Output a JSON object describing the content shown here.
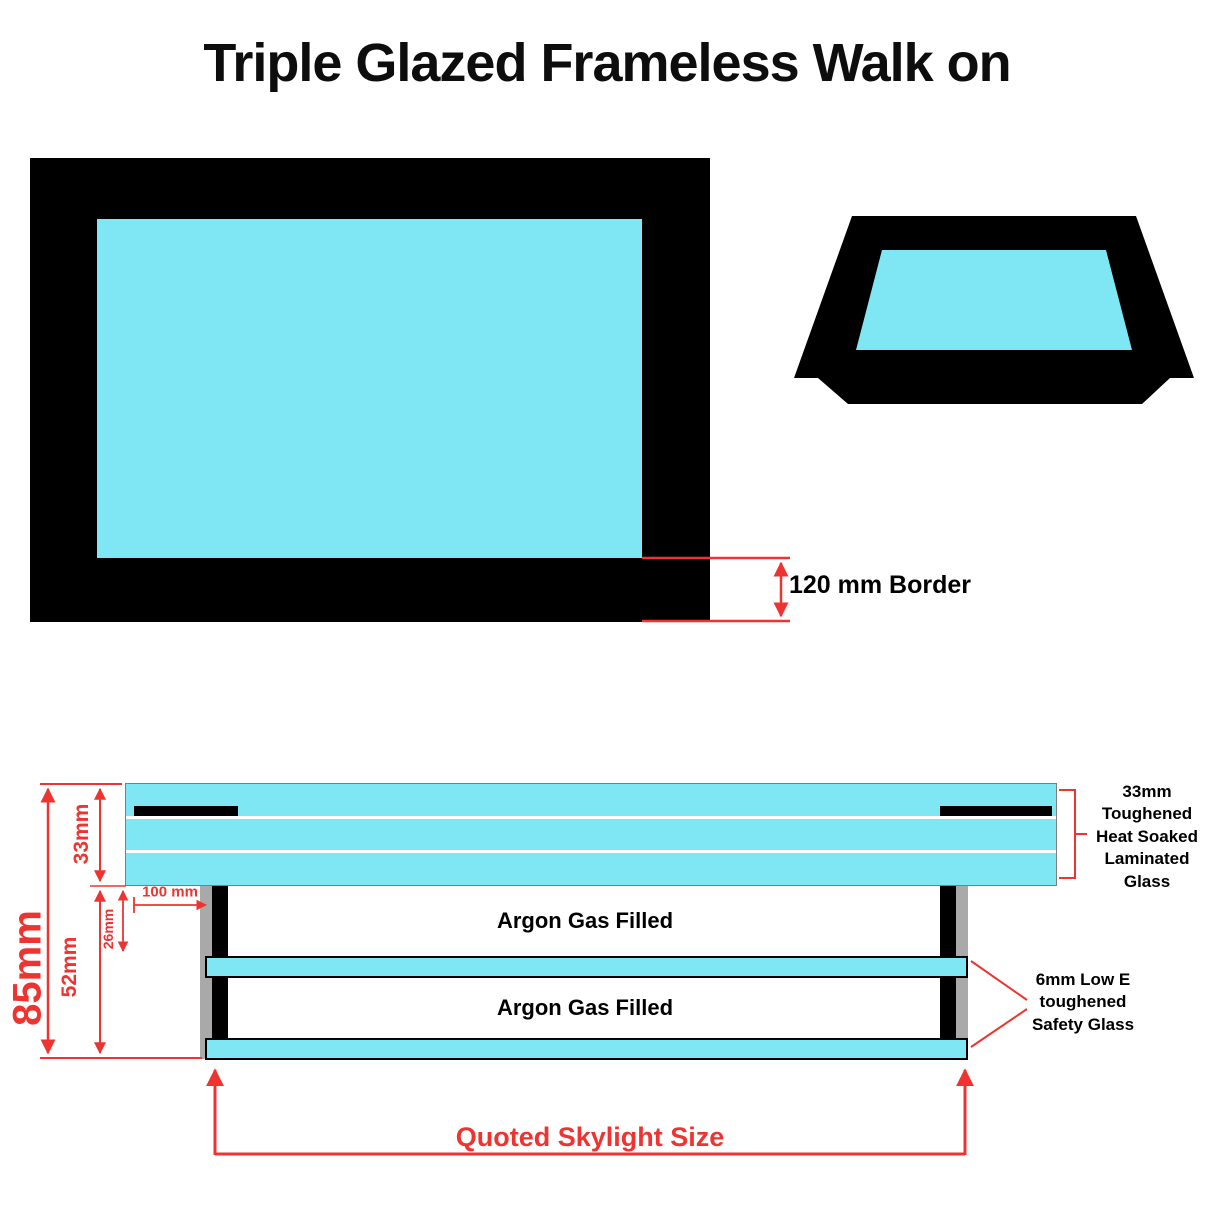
{
  "title": "Triple Glazed Frameless Walk on",
  "colors": {
    "glass": "#7fe7f3",
    "frame": "#000000",
    "accent": "#ee3431",
    "grey": "#a9a9a9"
  },
  "plan_view": {
    "border_label": "120 mm Border"
  },
  "section": {
    "overall_height_label": "85mm",
    "top_unit_label": "33mm",
    "lower_unit_label": "52mm",
    "cavity_label": "26mm",
    "inset_label": "100 mm",
    "argon_top_label": "Argon Gas Filled",
    "argon_bottom_label": "Argon Gas Filled",
    "top_glass_label": "33mm\nToughened\nHeat Soaked\nLaminated Glass",
    "safety_glass_label": "6mm Low E\ntoughened\nSafety Glass",
    "quoted_size_label": "Quoted Skylight Size"
  }
}
